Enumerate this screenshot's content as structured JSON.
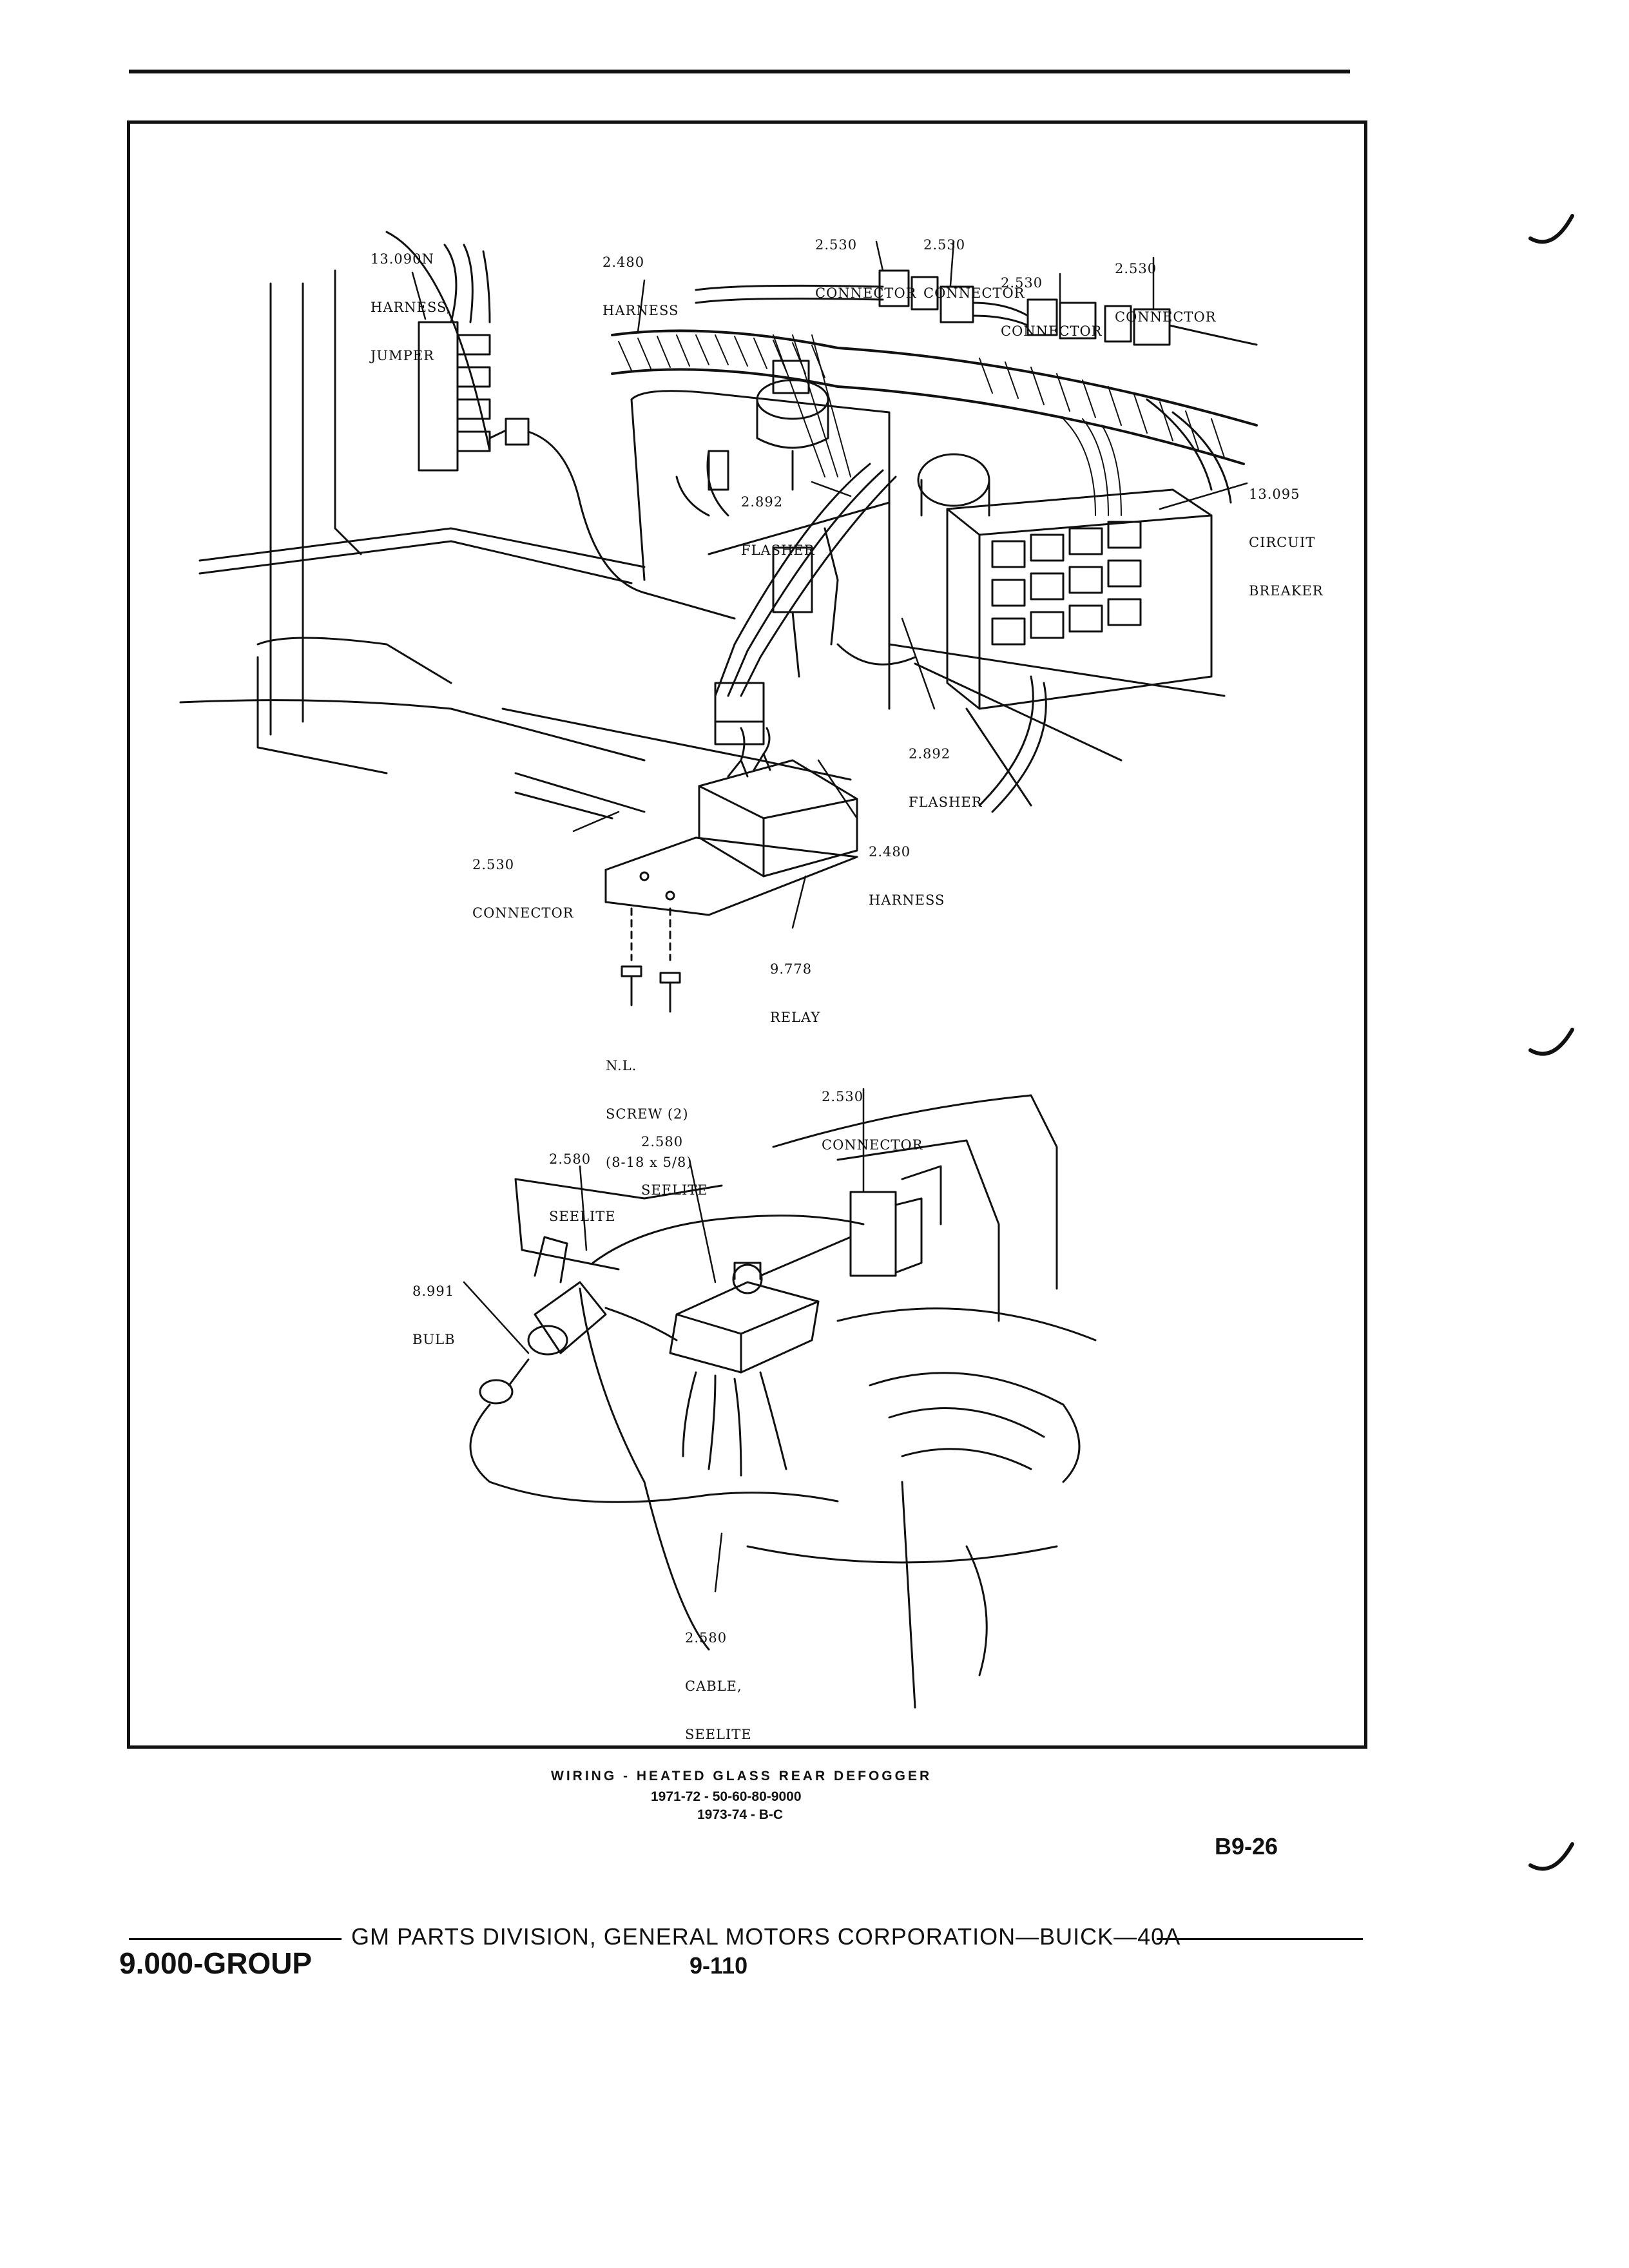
{
  "figure": {
    "callouts": {
      "harness_jumper": [
        "13.090N",
        "HARNESS,",
        "JUMPER"
      ],
      "harness_top": [
        "2.480",
        "HARNESS"
      ],
      "connector_a": [
        "2.530",
        "CONNECTOR"
      ],
      "connector_b": [
        "2.530",
        "CONNECTOR"
      ],
      "connector_c": [
        "2.530",
        "CONNECTOR"
      ],
      "connector_d": [
        "2.530",
        "CONNECTOR"
      ],
      "circuit_breaker": [
        "13.095",
        "CIRCUIT",
        "BREAKER"
      ],
      "flasher_upper": [
        "2.892",
        "FLASHER"
      ],
      "flasher_lower": [
        "2.892",
        "FLASHER"
      ],
      "harness_lower": [
        "2.480",
        "HARNESS"
      ],
      "connector_left": [
        "2.530",
        "CONNECTOR"
      ],
      "relay": [
        "9.778",
        "RELAY"
      ],
      "screw": [
        "N.L.",
        "SCREW (2)",
        "(8-18 x 5/8)"
      ],
      "connector_lower": [
        "2.530",
        "CONNECTOR"
      ],
      "seelite_a": [
        "2.580",
        "SEELITE"
      ],
      "seelite_b": [
        "2.580",
        "SEELITE"
      ],
      "bulb": [
        "8.991",
        "BULB"
      ],
      "cable": [
        "2.580",
        "CABLE,",
        "SEELITE"
      ]
    },
    "caption": {
      "title": "WIRING - HEATED GLASS REAR DEFOGGER",
      "line2": "1971-72 - 50-60-80-9000",
      "line3": "1973-74 - B-C"
    },
    "figure_number": "B9-26"
  },
  "footer": {
    "group": "9.000-GROUP",
    "publisher": "GM PARTS DIVISION, GENERAL MOTORS CORPORATION—BUICK—40A",
    "page_number": "9-110"
  }
}
